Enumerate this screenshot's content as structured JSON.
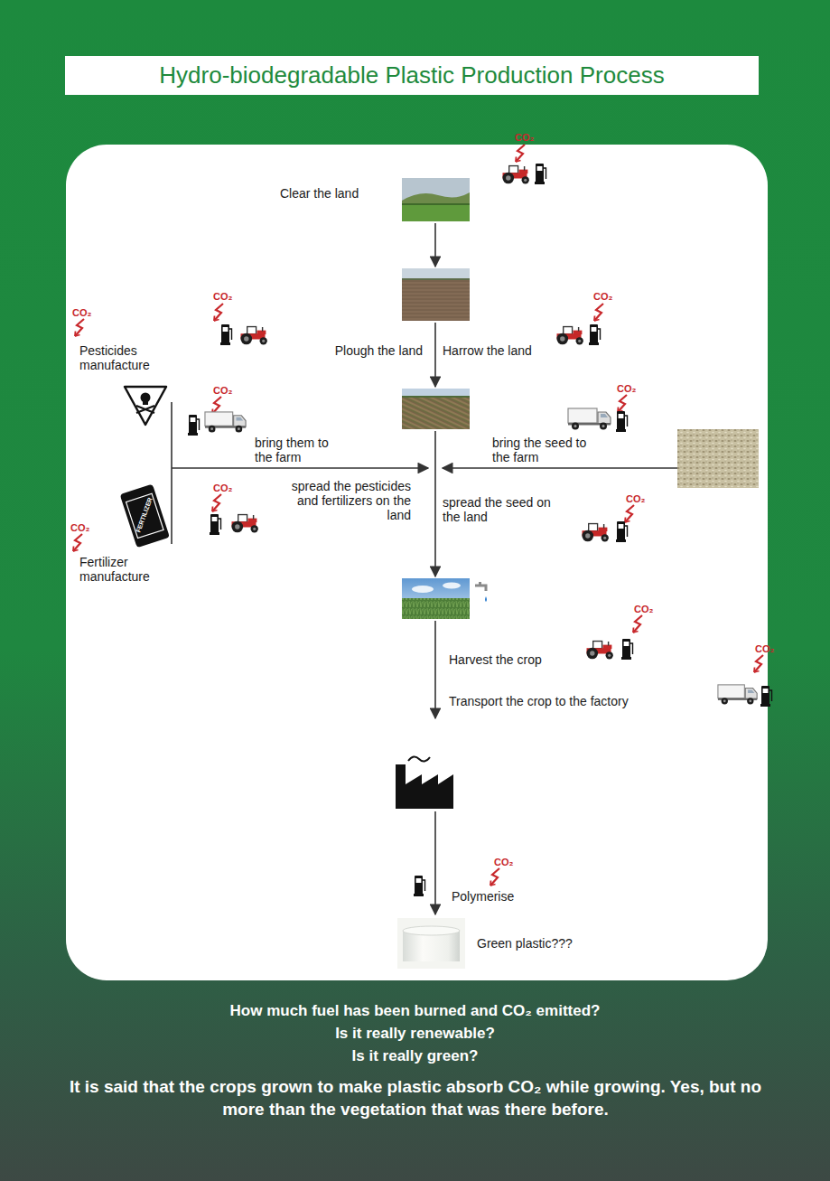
{
  "diagram": {
    "title": "Hydro-biodegradable Plastic Production Process",
    "labels": [
      "CO₂",
      "Clear the land",
      "CO₂",
      "CO₂",
      "CO₂",
      "Pesticides manufacture",
      "Plough the land",
      "Harrow the land",
      "CO₂",
      "CO₂",
      "bring them to the farm",
      "bring the seed to the farm",
      "CO₂",
      "spread the pesticides and fertilizers on the land",
      "spread the seed on the land",
      "CO₂",
      "FERTILIZER",
      "CO₂",
      "Fertilizer manufacture",
      "CO₂",
      "Harvest the crop",
      "CO₂",
      "Transport the crop to the factory",
      "CO₂",
      "Polymerise",
      "Green plastic???",
      "How much fuel has been burned and CO₂ emitted?",
      "Is it really renewable?",
      "Is it really green?",
      "It is said that the crops grown to make plastic absorb CO₂ while growing. Yes, but no more than the vegetation that was there before."
    ]
  }
}
